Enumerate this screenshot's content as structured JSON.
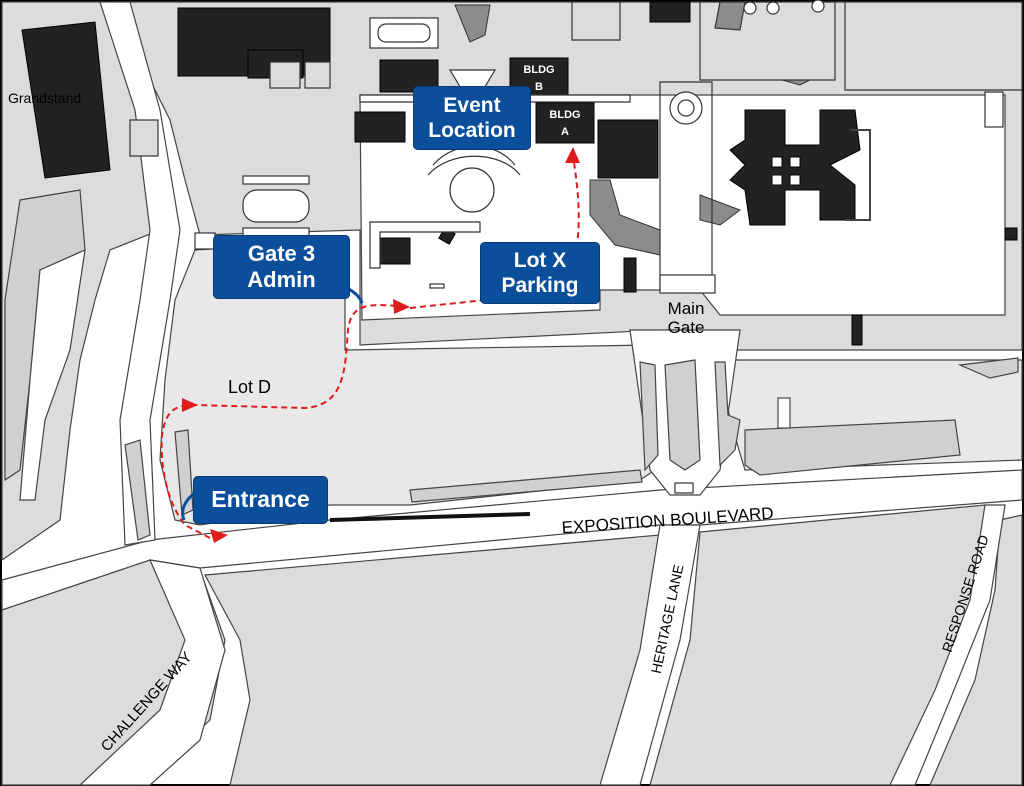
{
  "labels": {
    "grandstand": "Grandstand",
    "bldg_b_line1": "BLDG",
    "bldg_b_line2": "B",
    "bldg_a_line1": "BLDG",
    "bldg_a_line2": "A",
    "lot_d": "Lot D",
    "main_gate_line1": "Main",
    "main_gate_line2": "Gate",
    "exposition_boulevard": "EXPOSITION BOULEVARD",
    "challenge_way": "CHALLENGE WAY",
    "heritage_lane": "HERITAGE LANE",
    "response_road": "RESPONSE ROAD"
  },
  "callouts": {
    "event_location_line1": "Event",
    "event_location_line2": "Location",
    "gate3_line1": "Gate 3",
    "gate3_line2": "Admin",
    "lotx_line1": "Lot X",
    "lotx_line2": "Parking",
    "entrance": "Entrance"
  },
  "colors": {
    "callout_blue": "#0b4f9c",
    "route_red": "#e01b1b",
    "building_dark": "#222222",
    "area_gray": "#d9d9d9",
    "building_mid": "#8c8c8c"
  }
}
